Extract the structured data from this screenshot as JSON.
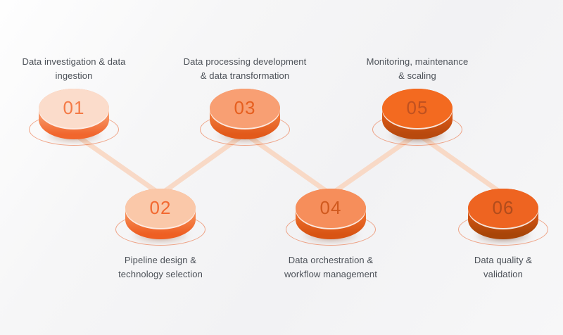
{
  "diagram": {
    "type": "process-zigzag",
    "connector": {
      "color": "#f8d6c1"
    },
    "label_color": "#4c5158",
    "steps": [
      {
        "number": "01",
        "label_line1": "Data investigation & data",
        "label_line2": "ingestion",
        "colors": {
          "top": "#fbdccb",
          "side1": "#f79a6b",
          "side2": "#f1662d",
          "num": "#f47a46"
        }
      },
      {
        "number": "02",
        "label_line1": "Pipeline design &",
        "label_line2": "technology selection",
        "colors": {
          "top": "#fac8a9",
          "side1": "#f68c54",
          "side2": "#ee5f23",
          "num": "#f26931"
        }
      },
      {
        "number": "03",
        "label_line1": "Data processing development",
        "label_line2": "& data transformation",
        "colors": {
          "top": "#f89f73",
          "side1": "#f07c3e",
          "side2": "#e2591a",
          "num": "#e65f1f"
        }
      },
      {
        "number": "04",
        "label_line1": "Data orchestration &",
        "label_line2": "workflow management",
        "colors": {
          "top": "#f68e5b",
          "side1": "#ed6f2e",
          "side2": "#d85413",
          "num": "#d0591e"
        }
      },
      {
        "number": "05",
        "label_line1": "Monitoring, maintenance",
        "label_line2": "& scaling",
        "colors": {
          "top": "#f36a20",
          "side1": "#dd5916",
          "side2": "#b8490e",
          "num": "#c05120"
        }
      },
      {
        "number": "06",
        "label_line1": "Data quality &",
        "label_line2": "validation",
        "colors": {
          "top": "#ee6421",
          "side1": "#d65515",
          "side2": "#a84508",
          "num": "#b14c1c"
        }
      }
    ]
  }
}
